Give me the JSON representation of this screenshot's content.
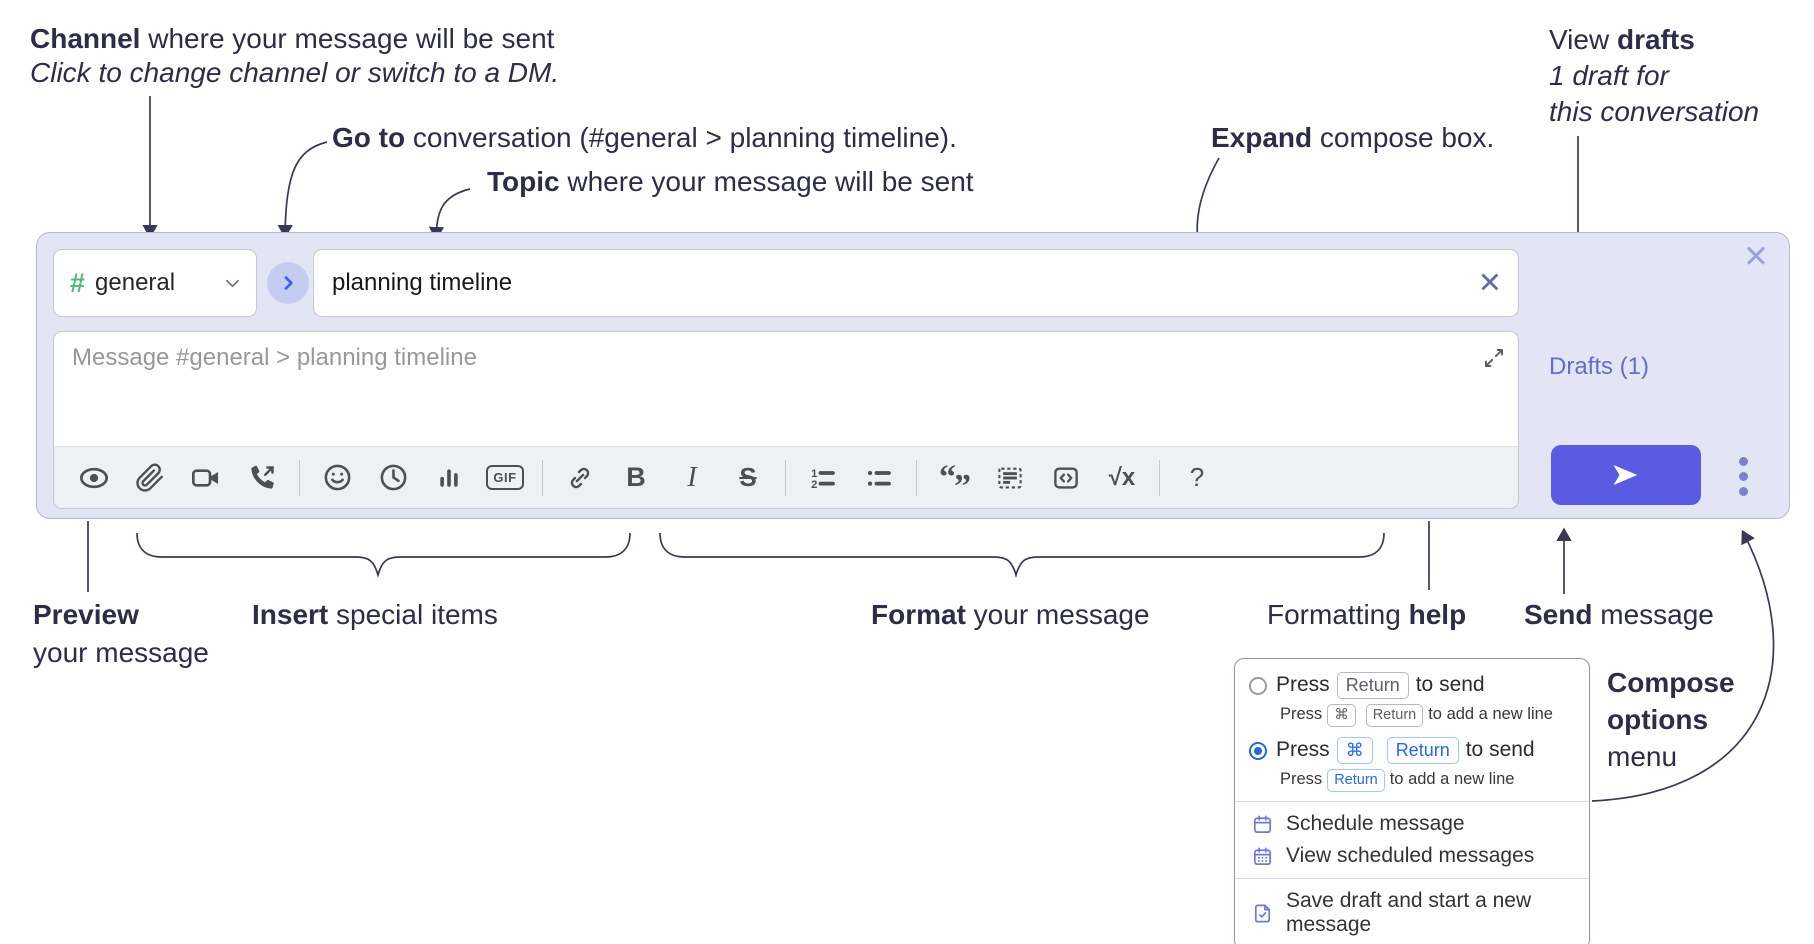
{
  "annotations": {
    "channel": {
      "bold": "Channel",
      "rest": " where your message will be sent",
      "line2": "Click to change channel or switch to a DM."
    },
    "goto": {
      "bold": "Go to",
      "rest": " conversation (#general > planning timeline)."
    },
    "topic": {
      "bold": "Topic",
      "rest": " where your message will be sent"
    },
    "expand": {
      "bold": "Expand",
      "rest": " compose box."
    },
    "drafts": {
      "pre": "View ",
      "bold": "drafts",
      "line2": "1 draft for",
      "line3": "this conversation"
    },
    "preview": {
      "bold": "Preview",
      "line2": "your message"
    },
    "insert": {
      "bold": "Insert",
      "rest": " special items"
    },
    "format": {
      "bold": "Format",
      "rest": " your message"
    },
    "formatting_help": {
      "pre": "Formatting ",
      "bold": "help"
    },
    "send": {
      "bold": "Send",
      "rest": " message"
    },
    "compose_options": {
      "line1": "Compose",
      "line2": "options",
      "line3": "menu"
    }
  },
  "compose_box": {
    "channel_hash": "#",
    "channel_name": "general",
    "topic_value": "planning timeline",
    "topic_clear_glyph": "✕",
    "close_glyph": "✕",
    "message_placeholder": "Message #general > planning timeline",
    "drafts_link": "Drafts (1)"
  },
  "toolbar": {
    "gif_label": "GIF",
    "bold_label": "B",
    "italic_label": "I",
    "strike_label": "S",
    "quote_open": "“",
    "quote_close": "”",
    "ol_1": "1",
    "ol_2": "2",
    "math_label": "√x",
    "help_label": "?",
    "icons": [
      "preview-eye",
      "attach-paperclip",
      "video-call",
      "voice-call",
      "emoji",
      "time",
      "poll",
      "gif",
      "link",
      "bold",
      "italic",
      "strikethrough",
      "numbered-list",
      "bulleted-list",
      "quote",
      "spoiler",
      "code",
      "math",
      "help"
    ]
  },
  "popup": {
    "option1": {
      "pre": "Press",
      "kbd": "Return",
      "post": "to send"
    },
    "option1_sub": {
      "pre": "Press",
      "kbd1": "⌘",
      "kbd2": "Return",
      "post": "to add a new line"
    },
    "option2": {
      "pre": "Press",
      "kbd1": "⌘",
      "kbd2": "Return",
      "post": "to send"
    },
    "option2_sub": {
      "pre": "Press",
      "kbd": "Return",
      "post": "to add a new line"
    },
    "items": [
      {
        "icon": "calendar-icon",
        "label": "Schedule message"
      },
      {
        "icon": "calendar-grid-icon",
        "label": "View scheduled messages"
      },
      {
        "icon": "draft-check-icon",
        "label": "Save draft and start a new message"
      }
    ]
  },
  "colors": {
    "panel_bg": "#e3e5f4",
    "send_button": "#5a5be3",
    "channel_hash_green": "#56b87f",
    "drafts_link": "#6070c4",
    "radio_selected_blue": "#2467d9",
    "kbd_blue": "#2569e6",
    "goto_chevron_blue": "#3c62e8"
  }
}
